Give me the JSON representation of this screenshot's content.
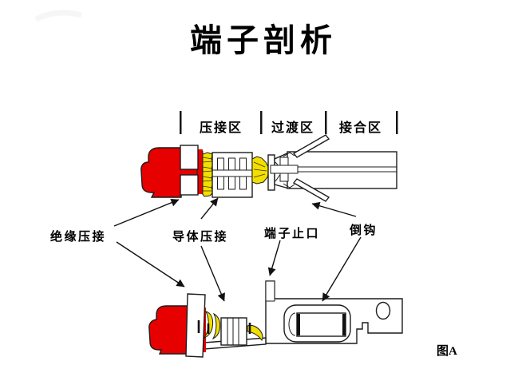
{
  "title": "端子剖析",
  "zone_header": {
    "zones": [
      {
        "label": "压接区"
      },
      {
        "label": "过渡区"
      },
      {
        "label": "接合区"
      }
    ]
  },
  "part_labels": {
    "insulation_crimp": "绝缘压接",
    "conductor_crimp": "导体压接",
    "terminal_stop": "端子止口",
    "barb": "倒钩"
  },
  "figure_caption": "图A",
  "colors": {
    "insulation_red": "#e60000",
    "strand_yellow": "#f2df00",
    "line_color": "#1c1c1c",
    "background": "#ffffff"
  }
}
